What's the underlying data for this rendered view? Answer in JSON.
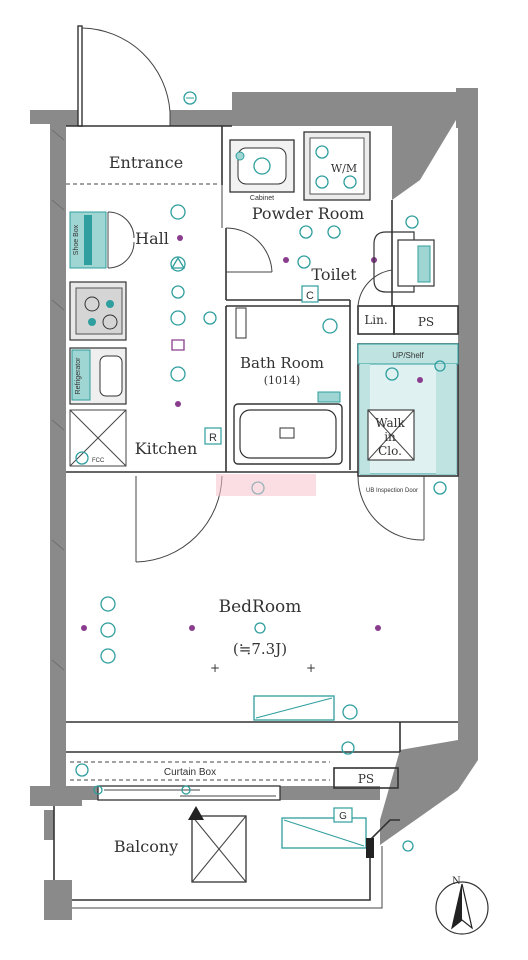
{
  "rooms": {
    "entrance": "Entrance",
    "hall": "Hall",
    "powder_room": "Powder Room",
    "wm": "W/M",
    "cabinet": "Cabinet",
    "toilet": "Toilet",
    "lin": "Lin.",
    "ps_upper": "PS",
    "bath_room": "Bath Room",
    "bath_size": "(1014)",
    "up_shelf": "UP/Shelf",
    "walk_in_1": "Walk",
    "walk_in_2": "in",
    "walk_in_3": "Clo.",
    "inspection_door": "UB Inspection Door",
    "kitchen": "Kitchen",
    "kitchen_mark": "R",
    "toilet_mark": "C",
    "bedroom": "BedRoom",
    "bedroom_size": "(≒7.3J)",
    "curtain_box": "Curtain Box",
    "ps_lower": "PS",
    "balcony": "Balcony",
    "shoe_box": "Shoe Box",
    "refrigerator": "Refrigerator",
    "north": "N",
    "gas_mark": "G"
  },
  "colors": {
    "wall": "#8a8a8a",
    "fixture": "#2f9e9e",
    "fixture_fill": "#9fd6d3",
    "outlet": "#8a3d8f",
    "watermark": "#e0607a"
  }
}
